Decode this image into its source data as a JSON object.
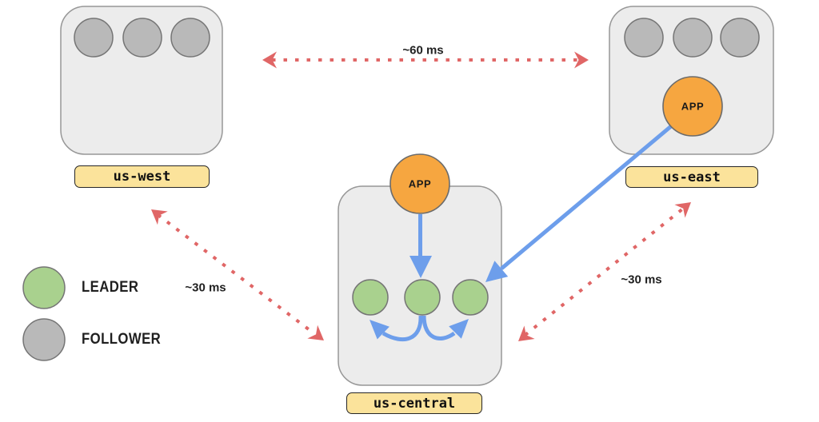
{
  "regions": [
    {
      "name": "us-west",
      "label": "us-west",
      "nodes": {
        "followers": 3,
        "leaders": 0
      },
      "app": null
    },
    {
      "name": "us-east",
      "label": "us-east",
      "nodes": {
        "followers": 3,
        "leaders": 0
      },
      "app": {
        "label": "APP"
      }
    },
    {
      "name": "us-central",
      "label": "us-central",
      "nodes": {
        "followers": 0,
        "leaders": 3
      },
      "app": {
        "label": "APP"
      }
    }
  ],
  "latencies": [
    {
      "between": [
        "us-west",
        "us-east"
      ],
      "label": "~60 ms"
    },
    {
      "between": [
        "us-west",
        "us-central"
      ],
      "label": "~30 ms"
    },
    {
      "between": [
        "us-central",
        "us-east"
      ],
      "label": "~30 ms"
    }
  ],
  "legend": {
    "items": [
      {
        "label": "LEADER",
        "color": "#A9D18E"
      },
      {
        "label": "FOLLOWER",
        "color": "#B9B9B9"
      }
    ]
  },
  "colors": {
    "background": "#FFFFFF",
    "region_fill": "#ECECEC",
    "region_border": "#979797",
    "follower": "#B9B9B9",
    "leader": "#A9D18E",
    "app": "#F6A640",
    "label_fill": "#FBE39B",
    "latency_arrow": "#E06666",
    "data_arrow": "#6D9EEB"
  }
}
